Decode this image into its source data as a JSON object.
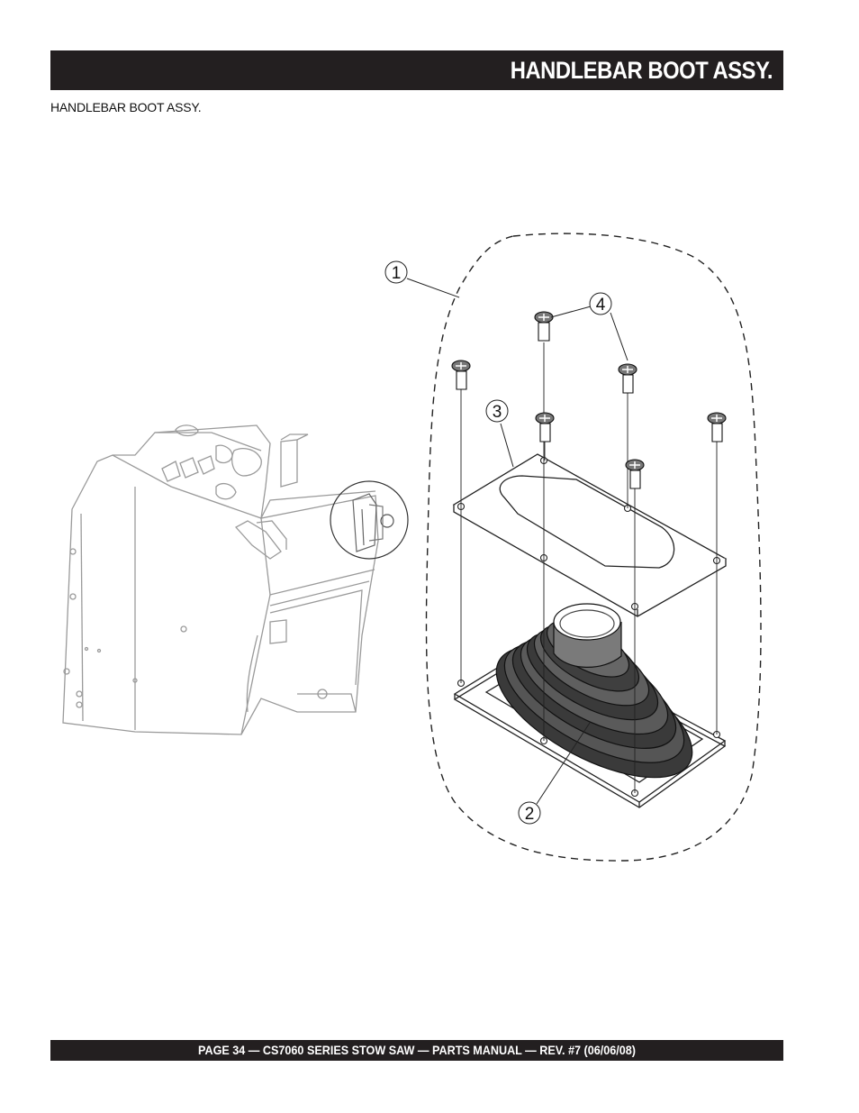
{
  "header": {
    "title": "HANDLEBAR BOOT ASSY."
  },
  "section": {
    "subtitle": "HANDLEBAR BOOT ASSY."
  },
  "callouts": [
    "1",
    "2",
    "3",
    "4"
  ],
  "footer": {
    "text": "PAGE 34 — CS7060 SERIES STOW SAW — PARTS MANUAL — REV. #7 (06/06/08)"
  }
}
